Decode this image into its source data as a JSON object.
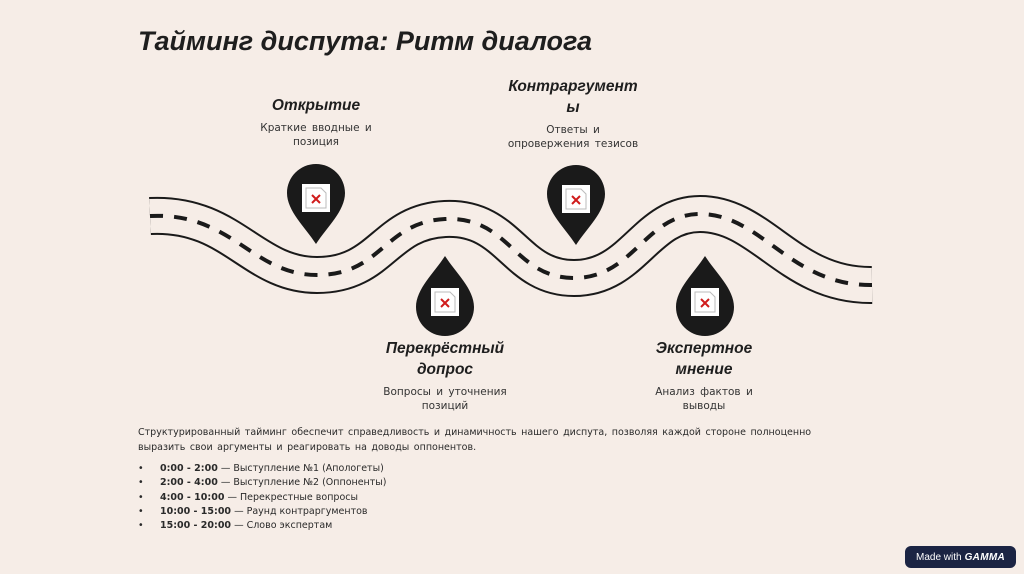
{
  "title": "Тайминг диспута: Ритм диалога",
  "stages": [
    {
      "title": "Открытие",
      "description": "Краткие вводные и позиция",
      "icon": "broken-image-icon"
    },
    {
      "title": "Контраргументы",
      "description": "Ответы и опровержения тезисов",
      "icon": "broken-image-icon"
    },
    {
      "title": "Перекрёстный допрос",
      "description": "Вопросы и уточнения позиций",
      "icon": "broken-image-icon"
    },
    {
      "title": "Экспертное мнение",
      "description": "Анализ фактов и выводы",
      "icon": "broken-image-icon"
    }
  ],
  "summary": "Структурированный тайминг обеспечит справедливость и динамичность нашего диспута, позволяя каждой стороне полноценно выразить свои аргументы и реагировать на доводы оппонентов.",
  "schedule": [
    {
      "bullet": "•",
      "time": "0:00 - 2:00",
      "text": " — Выступление №1 (Апологеты)"
    },
    {
      "bullet": "•",
      "time": "2:00 - 4:00",
      "text": " — Выступление №2 (Оппоненты)"
    },
    {
      "bullet": "•",
      "time": "4:00 - 10:00",
      "text": " — Перекрестные вопросы"
    },
    {
      "bullet": "•",
      "time": "10:00 - 15:00",
      "text": " — Раунд контраргументов"
    },
    {
      "bullet": "•",
      "time": "15:00 - 20:00",
      "text": " — Слово экспертам"
    }
  ],
  "badge": {
    "prefix": "Made with",
    "brand": "GAMMA"
  },
  "colors": {
    "background": "#f6ede7",
    "pin": "#1a1a1a",
    "road": "#1a1a1a",
    "badge": "#1b2443"
  }
}
